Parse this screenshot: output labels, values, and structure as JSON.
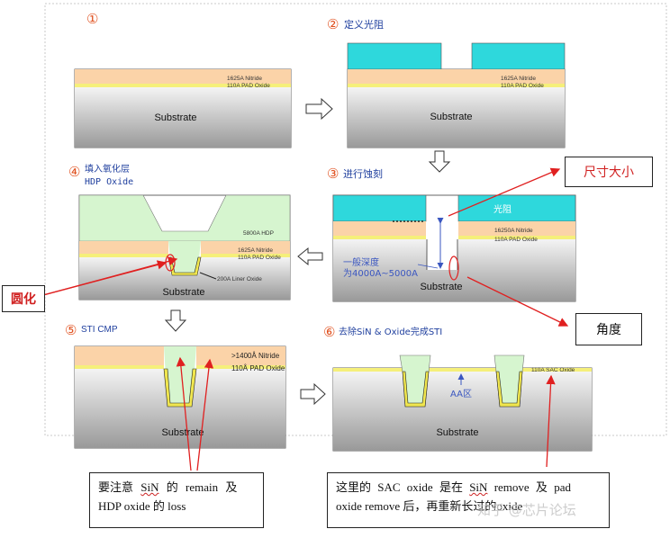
{
  "colors": {
    "substrate_top": "#f2f2f2",
    "substrate_bottom": "#9a9a9a",
    "nitride": "#fbd3a8",
    "pad_oxide": "#f5ef7a",
    "photoresist": "#2ed8dc",
    "hdp_oxide": "#d6f5cf",
    "liner_oxide": "#f0e64e",
    "step_number": "#e0501e",
    "step_title": "#1f3f9e",
    "annotation_arrow": "#e02020",
    "blue_label": "#3a56c0"
  },
  "steps": {
    "s1": {
      "number": "①"
    },
    "s2": {
      "number": "②",
      "title": "定义光阻"
    },
    "s3": {
      "number": "③",
      "title": "进行蚀刻"
    },
    "s4": {
      "number": "④",
      "title_line1": "填入氧化层",
      "title_line2": "HDP Oxide"
    },
    "s5": {
      "number": "⑤",
      "title": "STI CMP"
    },
    "s6": {
      "number": "⑥",
      "title": "去除SiN & Oxide完成STI"
    }
  },
  "labels": {
    "substrate": "Substrate",
    "nitride_1625": "1625A Nitride",
    "pad_110": "110A PAD Oxide",
    "nitride_16250": "16250A Nitride",
    "photoresist": "光阻",
    "depth_line1": "一般深度",
    "depth_line2": "为4000A~5000A",
    "hdp_5800": "5800A HDP",
    "liner_200": "200A Liner Oxide",
    "nitride_1400": ">1400Å Nitride",
    "pad_110_ring": "110Å PAD Oxide",
    "sac_oxide": "110A SAC Oxide",
    "aa_region": "AA区"
  },
  "callouts": {
    "size": "尺寸大小",
    "angle": "角度",
    "rounding": "圆化"
  },
  "notes": {
    "left_line1": [
      "要注意",
      "SiN",
      "的",
      "remain",
      "及"
    ],
    "left_line2": "HDP oxide 的 loss",
    "right_line1": [
      "这里的",
      "SAC oxide",
      "是在",
      "SiN",
      "remove",
      "及",
      "pad"
    ],
    "right_line2": "oxide remove 后，再重新长过的oxide"
  },
  "watermark": "知乎 @芯片论坛"
}
